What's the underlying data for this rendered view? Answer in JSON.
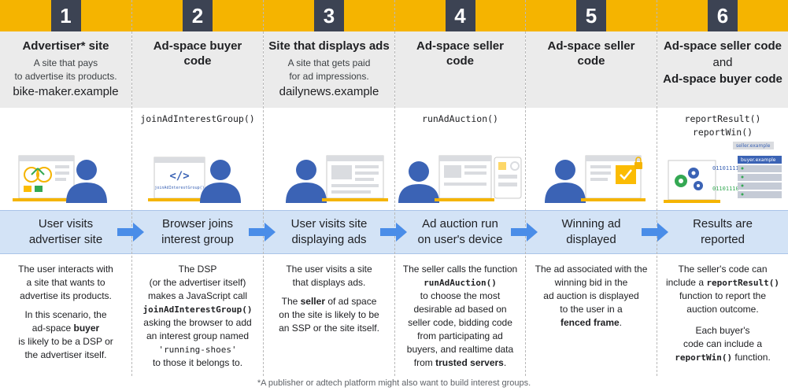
{
  "columns": [
    {
      "number": "1",
      "title": "Advertiser* site",
      "desc": "A site that pays to advertise its products.",
      "desc_line1": "A site that pays",
      "desc_line2": "to advertise its products.",
      "url": "bike-maker.example",
      "code": "",
      "step_line1": "User visits",
      "step_line2": "advertiser site",
      "body": {
        "p1_l1": "The user interacts with",
        "p1_l2": "a site that wants to",
        "p1_l3": "advertise its products.",
        "p2_l1": "In this scenario, the",
        "p2_l2a": "ad-space ",
        "p2_l2b": "buyer",
        "p2_l3": "is likely to be a DSP or",
        "p2_l4": "the advertiser itself."
      }
    },
    {
      "number": "2",
      "title_line1": "Ad-space buyer",
      "title_line2": "code",
      "code": "joinAdInterestGroup()",
      "step_line1": "Browser joins",
      "step_line2": "interest group",
      "body": {
        "l1": "The DSP",
        "l2": "(or the advertiser itself)",
        "l3": "makes a JavaScript call",
        "l4": "joinAdInterestGroup()",
        "l5": "asking the browser to add",
        "l6": "an interest group named",
        "l7": "'running-shoes'",
        "l8": "to those it belongs to."
      }
    },
    {
      "number": "3",
      "title": "Site that displays ads",
      "desc_line1": "A site that gets paid",
      "desc_line2": "for ad impressions.",
      "url": "dailynews.example",
      "step_line1": "User visits site",
      "step_line2": "displaying ads",
      "body": {
        "p1_l1": "The user visits a site",
        "p1_l2": "that displays ads.",
        "p2_l1a": "The ",
        "p2_l1b": "seller",
        "p2_l1c": " of ad space",
        "p2_l2": "on the site is likely to be",
        "p2_l3": "an SSP or the site itself."
      }
    },
    {
      "number": "4",
      "title_line1": "Ad-space seller",
      "title_line2": "code",
      "code": "runAdAuction()",
      "step_line1": "Ad auction run",
      "step_line2": "on user's device",
      "body": {
        "l1": "The seller calls the function",
        "l2": "runAdAuction()",
        "l3": "to choose the most",
        "l4": "desirable ad based on",
        "l5": "seller code, bidding code",
        "l6": "from participating ad",
        "l7": "buyers, and realtime data",
        "l8a": "from ",
        "l8b": "trusted servers",
        "l8c": "."
      }
    },
    {
      "number": "5",
      "title_line1": "Ad-space seller",
      "title_line2": "code",
      "step_line1": "Winning ad",
      "step_line2": "displayed",
      "body": {
        "l1": "The ad associated with the",
        "l2": "winning bid in the",
        "l3": "ad auction is displayed",
        "l4": "to the user in a",
        "l5a": "fenced frame",
        "l5b": "."
      }
    },
    {
      "number": "6",
      "title_line1": "Ad-space seller code",
      "title_line2": "and",
      "title_line3": "Ad-space buyer code",
      "code_line1": "reportResult()",
      "code_line2": "reportWin()",
      "art_seller_label": "seller.example",
      "art_buyer_label": "buyer.example",
      "art_bits1": "01101111",
      "art_bits2": "01101110",
      "step_line1": "Results are",
      "step_line2": "reported",
      "body": {
        "p1_l1": "The seller's code can",
        "p1_l2a": "include a ",
        "p1_l2b": "reportResult()",
        "p1_l3": "function to report the",
        "p1_l4": "auction outcome.",
        "p2_l1": "Each buyer's",
        "p2_l2": "code can include a",
        "p2_l3a": "reportWin()",
        "p2_l3b": " function."
      }
    }
  ],
  "art_code_label": "</>",
  "art_code_caption": "joinAdInterestGroup()",
  "footnote": "*A publisher or adtech platform might also want to build interest groups.",
  "colors": {
    "top_bar": "#f5b400",
    "number_box": "#3c4353",
    "header_bg": "#ebebeb",
    "band_bg": "#d3e3f6",
    "arrow": "#4a8de8",
    "person": "#3b63b5",
    "accent_green": "#34a853",
    "accent_yellow": "#fbbc04"
  }
}
